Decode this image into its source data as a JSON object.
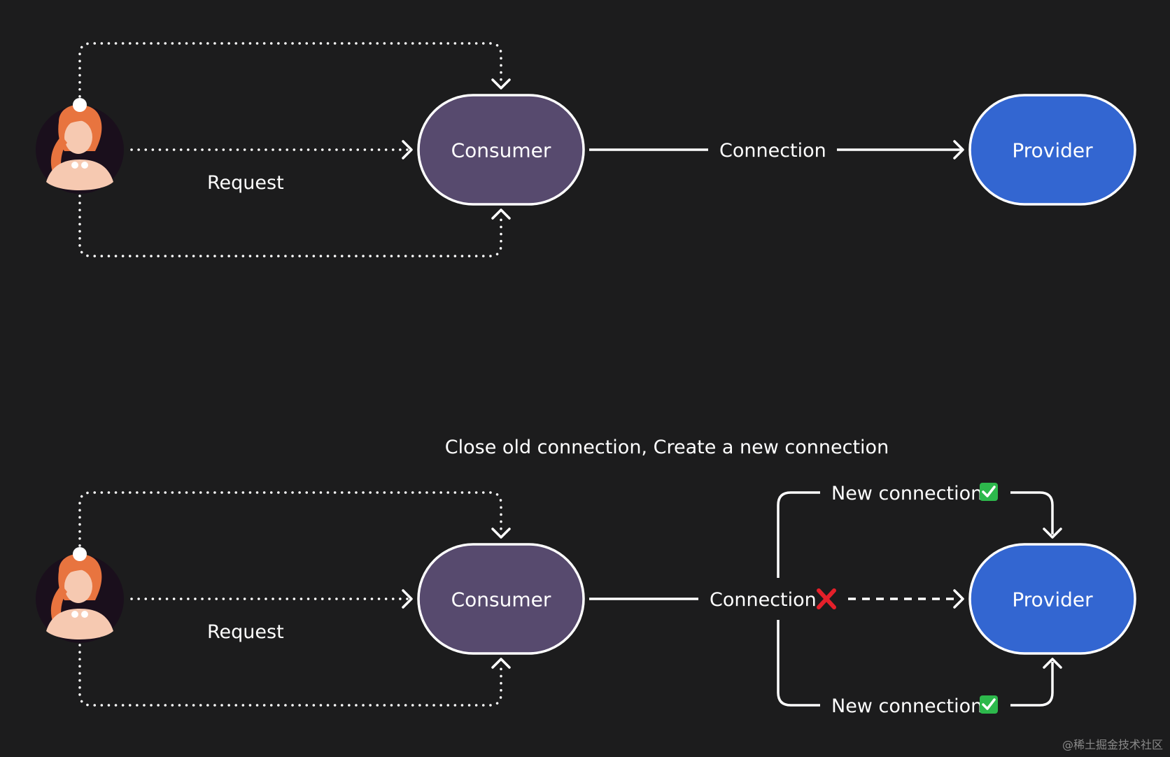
{
  "top": {
    "request_label": "Request",
    "consumer_label": "Consumer",
    "connection_label": "Connection",
    "provider_label": "Provider"
  },
  "bottom": {
    "caption": "Close old connection, Create a new connection",
    "request_label": "Request",
    "consumer_label": "Consumer",
    "connection_label": "Connection",
    "provider_label": "Provider",
    "new_connection_top_label": "New connection",
    "new_connection_bottom_label": "New connection"
  },
  "colors": {
    "background": "#1c1c1d",
    "consumer_fill": "#574a6e",
    "provider_fill": "#3366d1",
    "stroke": "#ffffff",
    "check_green": "#2db84c",
    "cross_red": "#e5202a"
  },
  "icons": {
    "status_ok": "check-mark-icon",
    "status_closed": "cross-mark-icon",
    "user": "user-avatar-icon"
  },
  "watermark": "@稀土掘金技术社区"
}
